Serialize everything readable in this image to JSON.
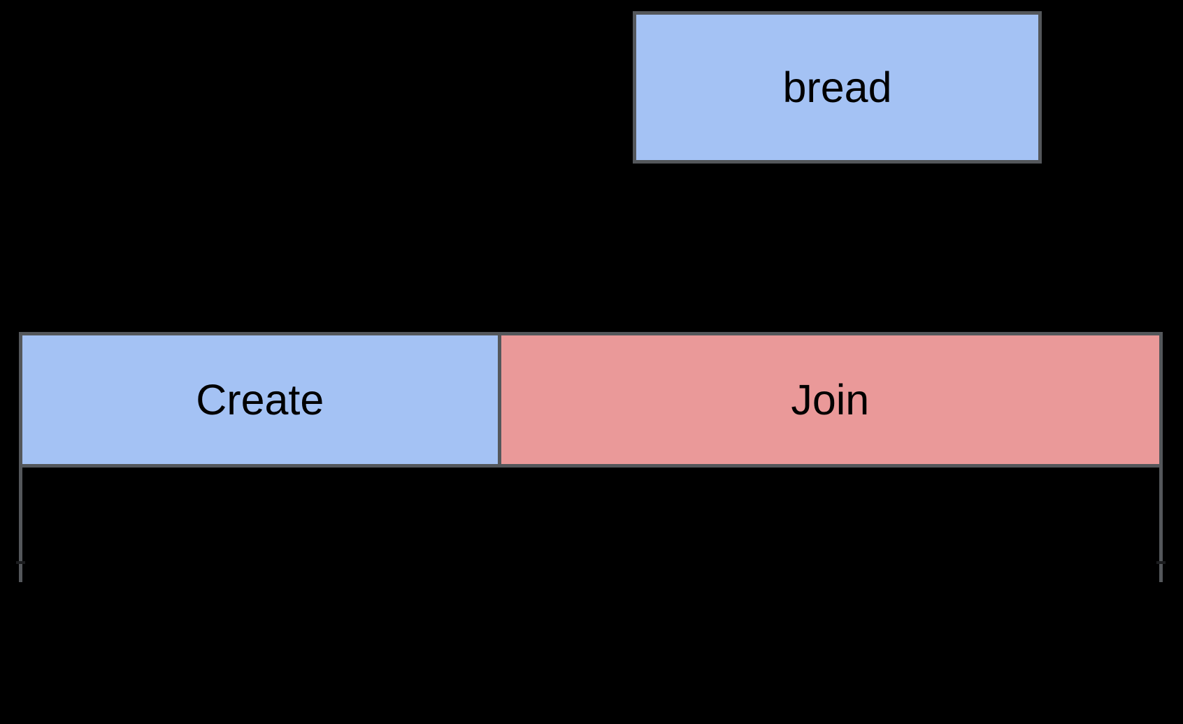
{
  "diagram": {
    "background_color": "#000000",
    "text_color": "#000000",
    "border_color": "#54575b",
    "top_box": {
      "label": "bread",
      "fill": "#a4c2f4"
    },
    "bar": {
      "segments": [
        {
          "label": "Create",
          "fill": "#a4c2f4"
        },
        {
          "label": "Join",
          "fill": "#ea9999"
        }
      ]
    },
    "bracket": {
      "line_color": "#54575b",
      "tick_color": "#1c1d1f"
    }
  }
}
